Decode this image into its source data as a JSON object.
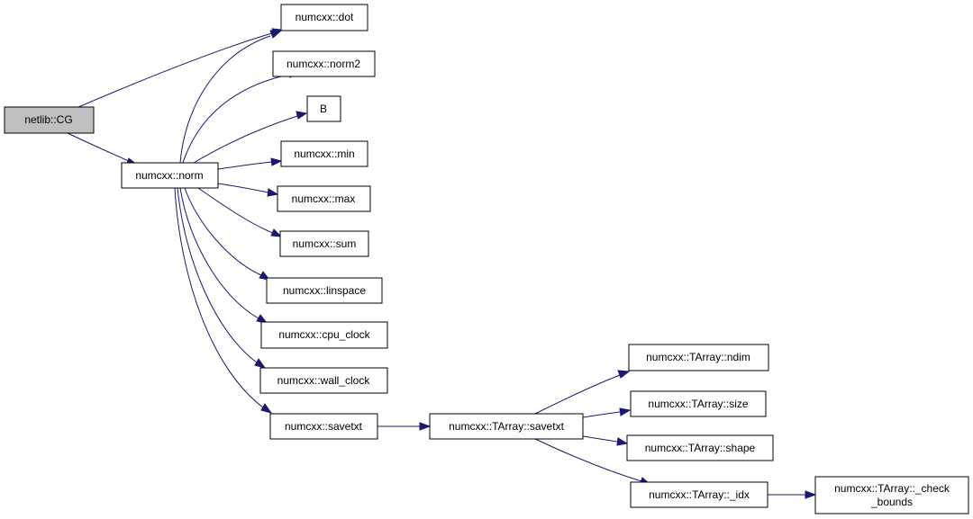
{
  "graph": {
    "edge_color": "#191970",
    "root_fill": "#bfbfbf",
    "node_fill": "#ffffff",
    "nodes": {
      "cg": "netlib::CG",
      "norm": "numcxx::norm",
      "dot": "numcxx::dot",
      "norm2": "numcxx::norm2",
      "b": "B",
      "min": "numcxx::min",
      "max": "numcxx::max",
      "sum": "numcxx::sum",
      "linspace": "numcxx::linspace",
      "cpu_clock": "numcxx::cpu_clock",
      "wall_clock": "numcxx::wall_clock",
      "savetxt": "numcxx::savetxt",
      "tarray_savetxt": "numcxx::TArray::savetxt",
      "tarray_ndim": "numcxx::TArray::ndim",
      "tarray_size": "numcxx::TArray::size",
      "tarray_shape": "numcxx::TArray::shape",
      "tarray_idx": "numcxx::TArray::_idx",
      "tarray_check_bounds_1": "numcxx::TArray::_check",
      "tarray_check_bounds_2": "_bounds"
    }
  }
}
